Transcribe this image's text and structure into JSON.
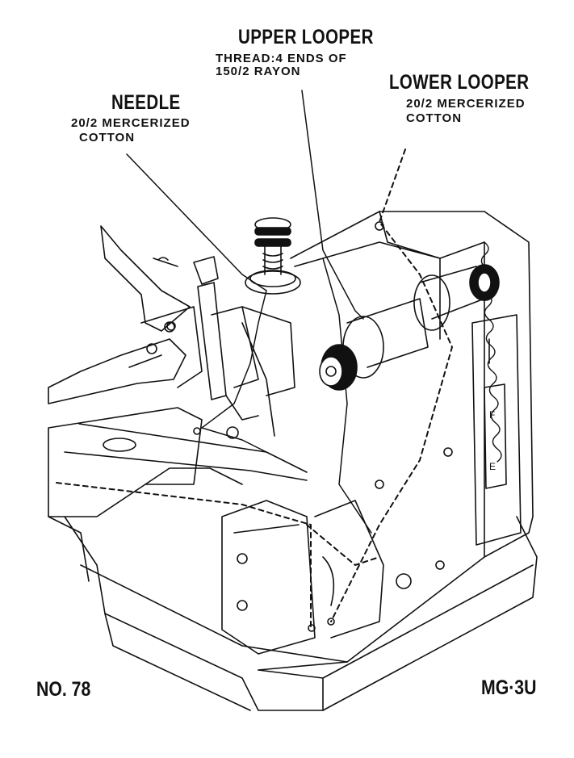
{
  "labels": {
    "upper_looper": {
      "title": "UPPER LOOPER",
      "line1": "THREAD:4 ENDS OF",
      "line2": "150/2 RAYON"
    },
    "lower_looper": {
      "title": "LOWER LOOPER",
      "line1": "20/2 MERCERIZED",
      "line2": "COTTON"
    },
    "needle": {
      "title": "NEEDLE",
      "line1": "20/2 MERCERIZED",
      "line2": "COTTON"
    }
  },
  "footer": {
    "number": "NO. 78",
    "model": "MG·3U"
  },
  "panel_letters": {
    "top": "F",
    "bottom": "E"
  },
  "colors": {
    "ink": "#111111",
    "paper": "#ffffff"
  }
}
